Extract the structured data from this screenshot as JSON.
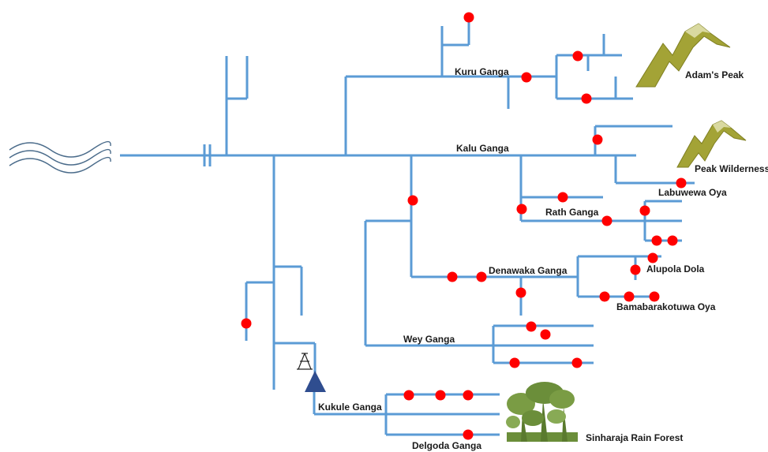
{
  "rivers": {
    "kuru_ganga": "Kuru Ganga",
    "kalu_ganga": "Kalu Ganga",
    "rath_ganga": "Rath Ganga",
    "labuwewa_oya": "Labuwewa Oya",
    "denawaka_ganga": "Denawaka Ganga",
    "alupola_dola": "Alupola Dola",
    "bamabarakotuwa_oya": "Bamabarakotuwa Oya",
    "wey_ganga": "Wey Ganga",
    "kukule_ganga": "Kukule Ganga",
    "delgoda_ganga": "Delgoda Ganga"
  },
  "landmarks": {
    "adams_peak": "Adam's Peak",
    "peak_wilderness": "Peak Wilderness",
    "sinharaja": "Sinharaja Rain Forest"
  },
  "colors": {
    "river": "#5b9bd5",
    "sampling_site": "#ff0000",
    "mountain": "#a3a336",
    "forest": "#6b8e3a",
    "dam": "#2f4d8f",
    "sea": "#4a6b8a"
  },
  "icons": [
    "sea-waves-icon",
    "mountain-icon",
    "forest-icon",
    "dam-icon",
    "tower-icon"
  ]
}
